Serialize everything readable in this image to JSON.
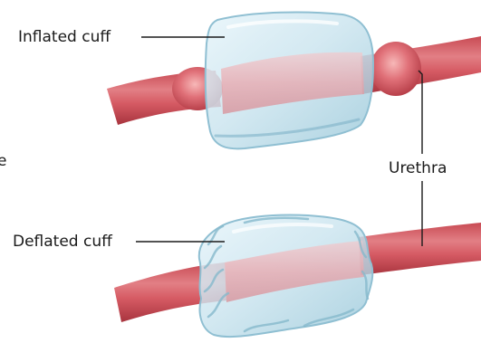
{
  "labels": {
    "inflated_cuff": "Inflated cuff",
    "deflated_cuff": "Deflated cuff",
    "urethra": "Urethra",
    "cropped_edge_text": "e"
  },
  "colors": {
    "urethra_outer": "#b8404a",
    "urethra_mid": "#d9626b",
    "urethra_highlight": "#f2a5a5",
    "cuff_fill": "#cfe6ef",
    "cuff_edge": "#8fbfd2",
    "cuff_shadow": "#a7cfdd",
    "leader_line": "#1a1a1a"
  }
}
